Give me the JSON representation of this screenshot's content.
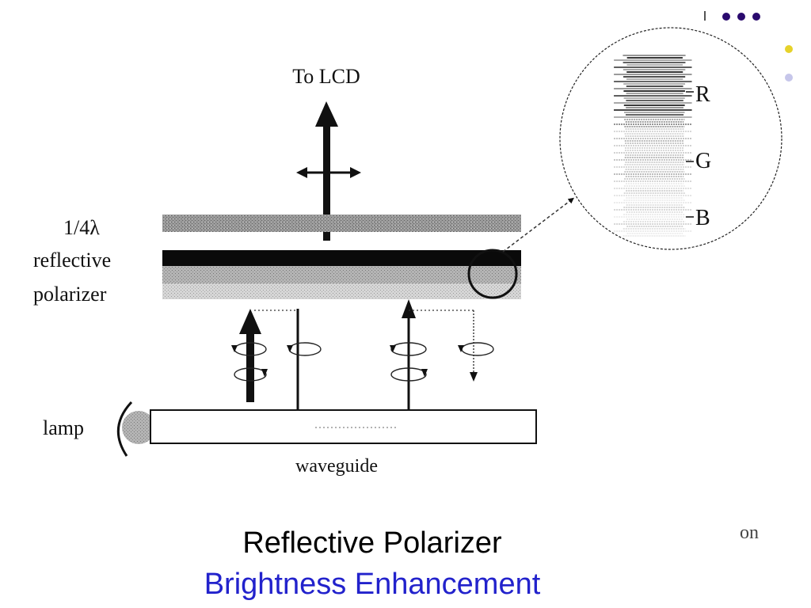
{
  "diagram": {
    "labels": {
      "to_lcd": "To LCD",
      "quarter_wave": "1/4λ",
      "reflective": "reflective",
      "polarizer": "polarizer",
      "lamp": "lamp",
      "waveguide": "waveguide",
      "red": "R",
      "green": "G",
      "blue": "B"
    }
  },
  "caption": {
    "title": "Reflective Polarizer",
    "subtitle": "Brightness Enhancement",
    "subtitle_color": "#2222cc"
  },
  "side_fragment": "on",
  "accent_colors": {
    "dot_purple": "#2a0a6e",
    "dot_yellow": "#e6d22a",
    "dot_lavender": "#c6c6ea"
  }
}
